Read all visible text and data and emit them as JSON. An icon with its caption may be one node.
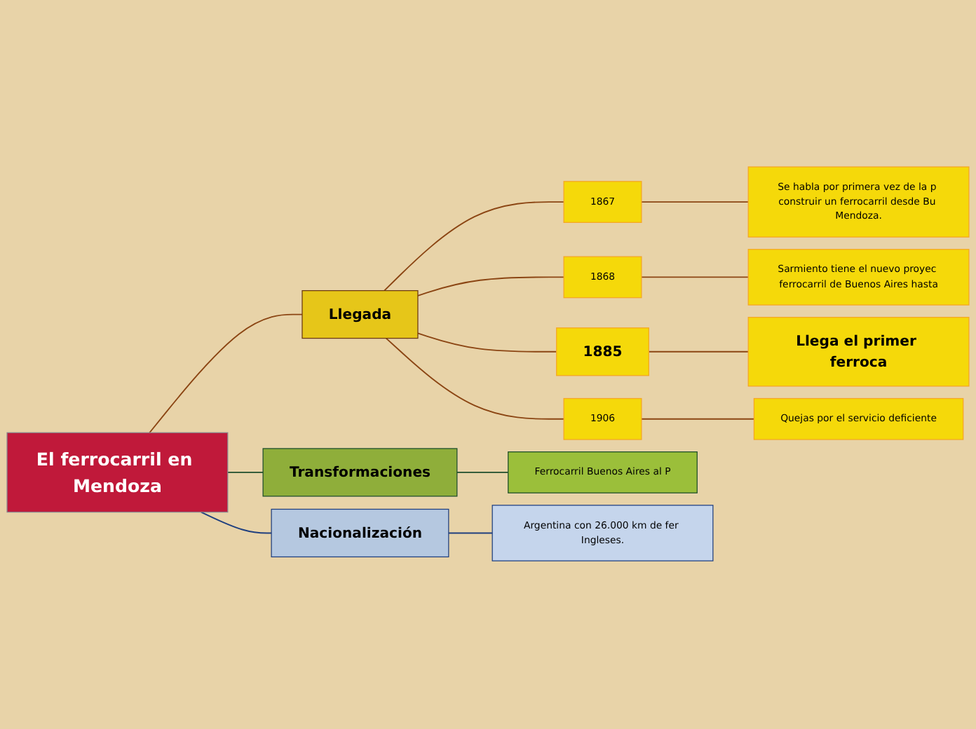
{
  "diagram": {
    "nodes": [
      {
        "text": [
          "El ferrocarril en Mendoza"
        ]
      },
      {
        "text": [
          "Llegada"
        ]
      },
      {
        "text": [
          "1867"
        ]
      },
      {
        "text": [
          "Se habla por primera vez de la p construir un ferrocarril desde Bu Mendoza."
        ]
      },
      {
        "text": [
          "1868"
        ]
      },
      {
        "text": [
          "Sarmiento tiene el nuevo proyec ferrocarril de Buenos Aires hasta"
        ]
      },
      {
        "text": [
          "1885"
        ]
      },
      {
        "text": [
          "Llega el primer ferroca"
        ]
      },
      {
        "text": [
          "1906"
        ]
      },
      {
        "text": [
          "Quejas por el servicio deficiente"
        ]
      },
      {
        "text": [
          "Transformaciones"
        ]
      },
      {
        "text": [
          "Ferrocarril Buenos Aires al P"
        ]
      },
      {
        "text": [
          "Nacionalización"
        ]
      },
      {
        "text": [
          "Argentina con 26.000 km de fer Ingleses."
        ]
      }
    ],
    "edges": [
      {
        "from": 0,
        "to": 1,
        "arrow": "none"
      },
      {
        "from": 1,
        "to": 2,
        "arrow": "none"
      },
      {
        "from": 2,
        "to": 3,
        "arrow": "none"
      },
      {
        "from": 1,
        "to": 4,
        "arrow": "none"
      },
      {
        "from": 4,
        "to": 5,
        "arrow": "none"
      },
      {
        "from": 1,
        "to": 6,
        "arrow": "none"
      },
      {
        "from": 6,
        "to": 7,
        "arrow": "none"
      },
      {
        "from": 1,
        "to": 8,
        "arrow": "none"
      },
      {
        "from": 8,
        "to": 9,
        "arrow": "none"
      },
      {
        "from": 0,
        "to": 10,
        "arrow": "none",
        "color": "#1e4d2b"
      },
      {
        "from": 10,
        "to": 11,
        "arrow": "none",
        "color": "#1e4d2b"
      },
      {
        "from": 0,
        "to": 12,
        "arrow": "none",
        "color": "#1f3f7f"
      },
      {
        "from": 12,
        "to": 13,
        "arrow": "none",
        "color": "#1f3f7f"
      }
    ]
  }
}
